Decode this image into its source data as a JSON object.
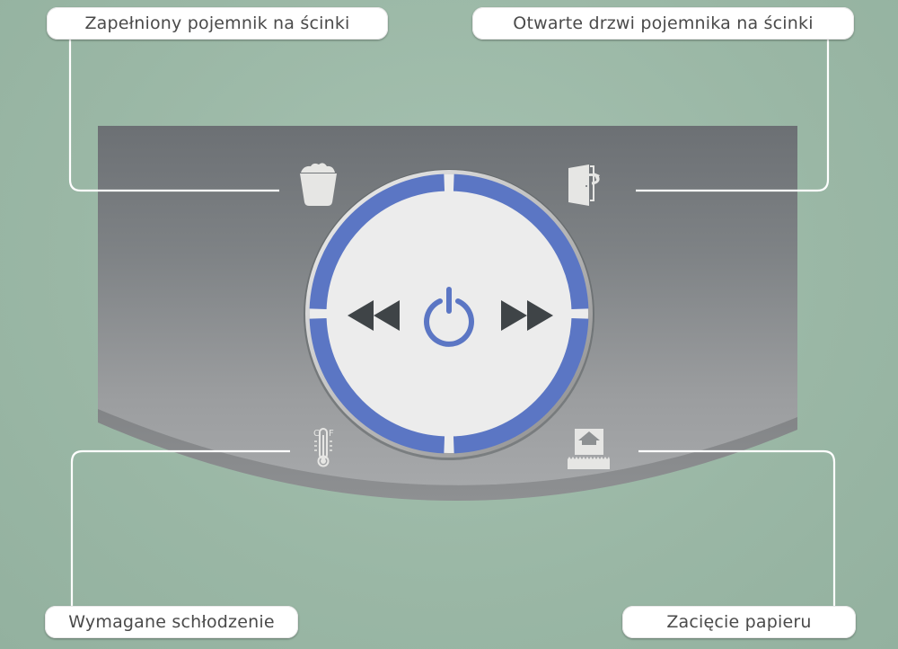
{
  "callouts": {
    "top_left": {
      "label": "Zapełniony pojemnik na ścinki",
      "icon": "waste-bin-full-icon"
    },
    "top_right": {
      "label": "Otwarte drzwi pojemnika na ścinki",
      "icon": "open-door-icon"
    },
    "bottom_left": {
      "label": "Wymagane schłodzenie",
      "icon": "thermometer-icon"
    },
    "bottom_right": {
      "label": "Zacięcie papieru",
      "icon": "paper-jam-icon"
    }
  },
  "control_panel": {
    "buttons": {
      "reverse": {
        "icon": "rewind-icon"
      },
      "power": {
        "icon": "power-icon"
      },
      "forward": {
        "icon": "fast-forward-icon"
      }
    },
    "thermometer_units": {
      "celsius": "C",
      "fahrenheit": "F"
    }
  },
  "colors": {
    "background": "#9dbaa8",
    "panel_top": "#6c7074",
    "panel_bottom": "#a4a6a8",
    "ring_blue": "#5b76c4",
    "dial_face": "#ececec",
    "icon_light": "#e6e6e4",
    "arrow_dark": "#3f4447",
    "callout_bg": "#ffffff",
    "callout_text": "#4a4a4a",
    "leader_line": "#ffffff"
  }
}
